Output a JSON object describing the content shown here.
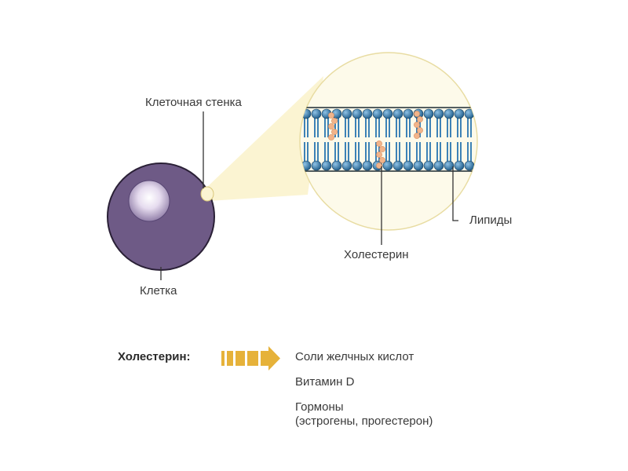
{
  "labels": {
    "cell_wall": "Клеточная стенка",
    "cell": "Клетка",
    "lipids": "Липиды",
    "cholesterol": "Холестерин"
  },
  "legend": {
    "title": "Холестерин:",
    "products": [
      "Соли желчных кислот",
      "Витамин D",
      "Гормоны",
      "(эстрогены, прогестерон)"
    ]
  },
  "colors": {
    "cell_fill": "#6e5a86",
    "nucleus_light": "#f4f0f8",
    "zoom_fill": "#fbf6dc",
    "zoom_outline": "#e9dc9c",
    "membrane_head": "#2c6f9e",
    "membrane_tail": "#3d82b6",
    "cholesterol": "#f2b48a",
    "arrow": "#e6b23a"
  }
}
